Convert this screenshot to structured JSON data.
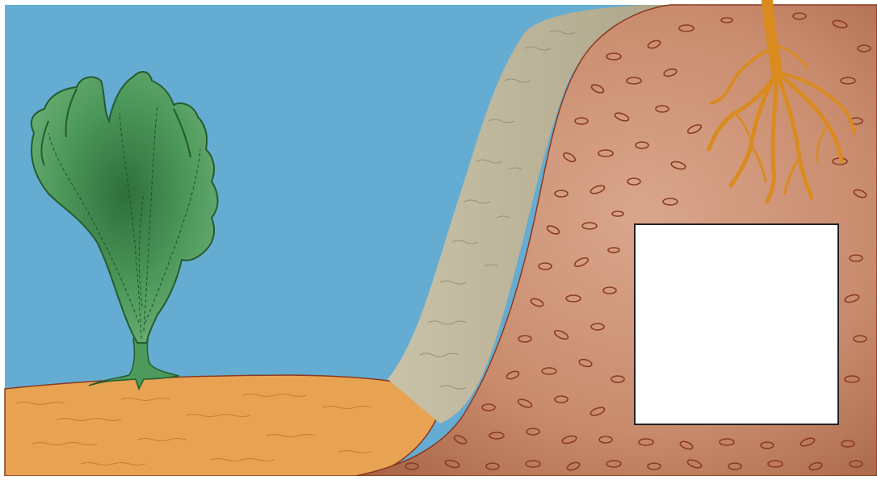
{
  "diagram": {
    "elements": [
      {
        "id": "water",
        "kind": "region"
      },
      {
        "id": "seaweed",
        "kind": "organism"
      },
      {
        "id": "sandy-seabed",
        "kind": "region"
      },
      {
        "id": "grey-rock-slope",
        "kind": "region"
      },
      {
        "id": "brown-soil",
        "kind": "region"
      },
      {
        "id": "plant-roots",
        "kind": "organism"
      },
      {
        "id": "blank-label-box",
        "kind": "annotation"
      }
    ],
    "label_box": {
      "text": ""
    }
  },
  "colors": {
    "water": "#65ACD2",
    "sand": "#E8A352",
    "rock": "#BDB59A",
    "soil": "#C98B6D",
    "soil_outline": "#8A3A22",
    "roots": "#D98B1F",
    "seaweed_dark": "#2F7A3E",
    "seaweed_light": "#5BA36A"
  }
}
